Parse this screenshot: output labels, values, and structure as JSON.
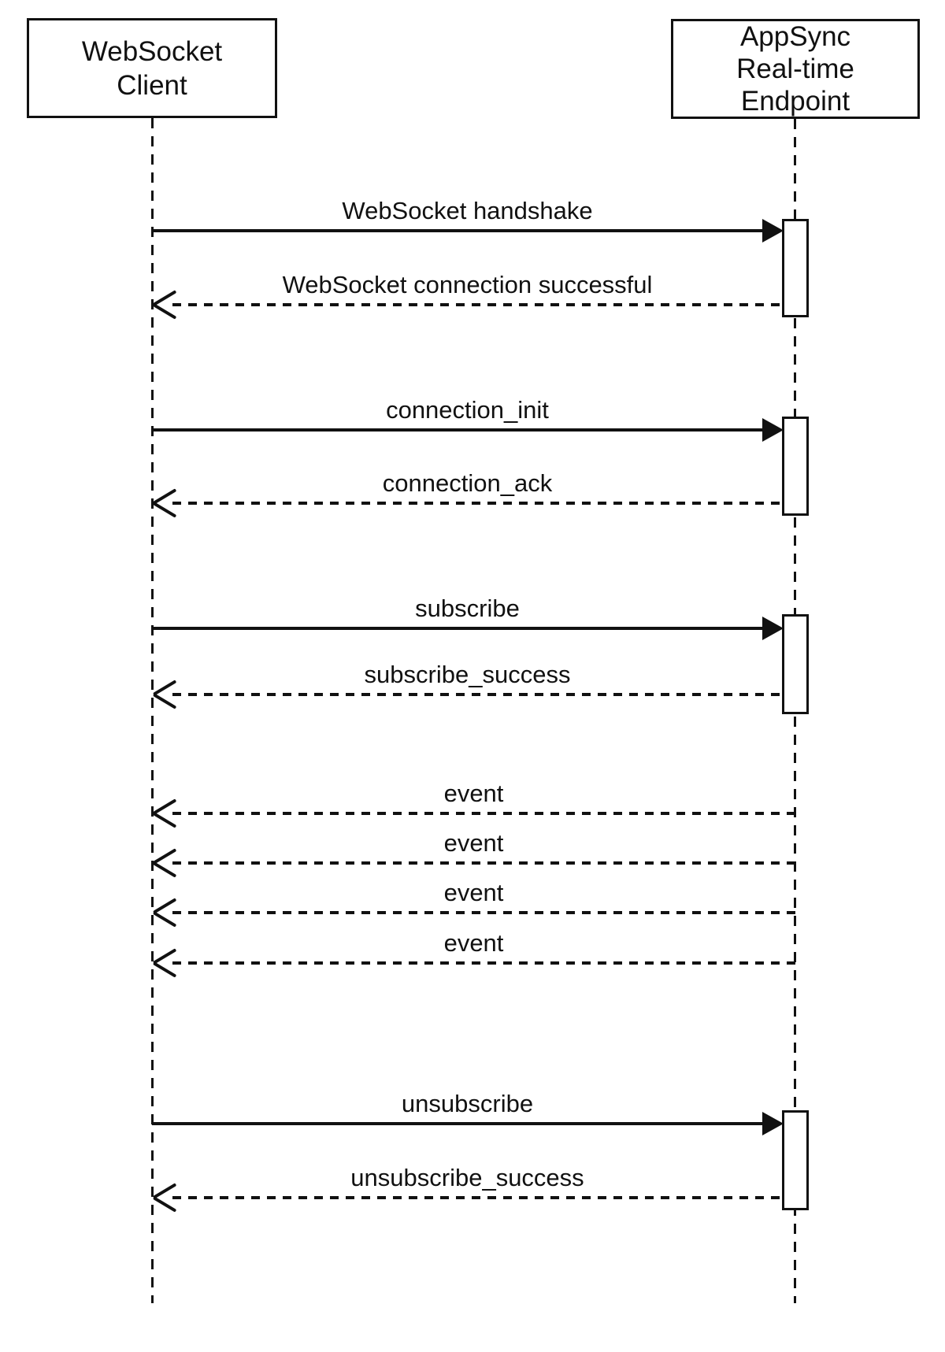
{
  "diagram": {
    "kind": "uml-sequence-diagram",
    "colors": {
      "stroke": "#111111",
      "background": "#ffffff"
    },
    "actors": [
      {
        "id": "websocket-client",
        "name": "WebSocket Client",
        "lines": [
          "WebSocket",
          "Client"
        ]
      },
      {
        "id": "appsync-endpoint",
        "name": "AppSync Real-time Endpoint",
        "lines": [
          "AppSync",
          "Real-time",
          "Endpoint"
        ]
      }
    ],
    "messages": [
      {
        "label": "WebSocket handshake",
        "from": "websocket-client",
        "to": "appsync-endpoint",
        "style": "solid",
        "direction": "right"
      },
      {
        "label": "WebSocket connection successful",
        "from": "appsync-endpoint",
        "to": "websocket-client",
        "style": "dashed",
        "direction": "left"
      },
      {
        "label": "connection_init",
        "from": "websocket-client",
        "to": "appsync-endpoint",
        "style": "solid",
        "direction": "right"
      },
      {
        "label": "connection_ack",
        "from": "appsync-endpoint",
        "to": "websocket-client",
        "style": "dashed",
        "direction": "left"
      },
      {
        "label": "subscribe",
        "from": "websocket-client",
        "to": "appsync-endpoint",
        "style": "solid",
        "direction": "right"
      },
      {
        "label": "subscribe_success",
        "from": "appsync-endpoint",
        "to": "websocket-client",
        "style": "dashed",
        "direction": "left"
      },
      {
        "label": "event",
        "from": "appsync-endpoint",
        "to": "websocket-client",
        "style": "dashed",
        "direction": "left"
      },
      {
        "label": "event",
        "from": "appsync-endpoint",
        "to": "websocket-client",
        "style": "dashed",
        "direction": "left"
      },
      {
        "label": "event",
        "from": "appsync-endpoint",
        "to": "websocket-client",
        "style": "dashed",
        "direction": "left"
      },
      {
        "label": "event",
        "from": "appsync-endpoint",
        "to": "websocket-client",
        "style": "dashed",
        "direction": "left"
      },
      {
        "label": "unsubscribe",
        "from": "websocket-client",
        "to": "appsync-endpoint",
        "style": "solid",
        "direction": "right"
      },
      {
        "label": "unsubscribe_success",
        "from": "appsync-endpoint",
        "to": "websocket-client",
        "style": "dashed",
        "direction": "left"
      }
    ]
  }
}
